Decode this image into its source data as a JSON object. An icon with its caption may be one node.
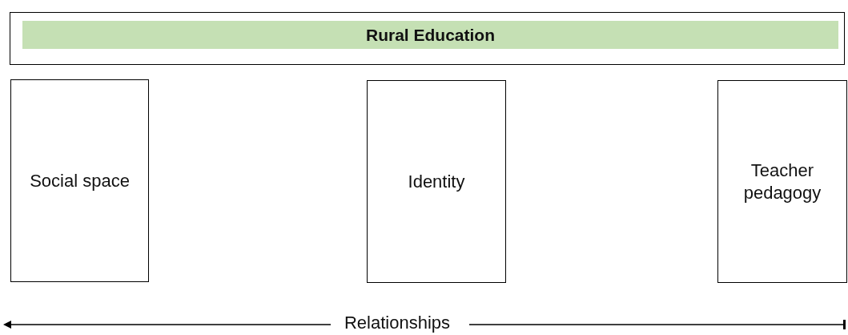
{
  "diagram": {
    "nodes": [
      {
        "text": [
          "Rural Education"
        ]
      },
      {
        "text": [
          "Social space"
        ]
      },
      {
        "text": [
          "Identity"
        ]
      },
      {
        "text": [
          "Teacher pedagogy"
        ]
      }
    ],
    "labels": [
      "Relationships"
    ]
  }
}
